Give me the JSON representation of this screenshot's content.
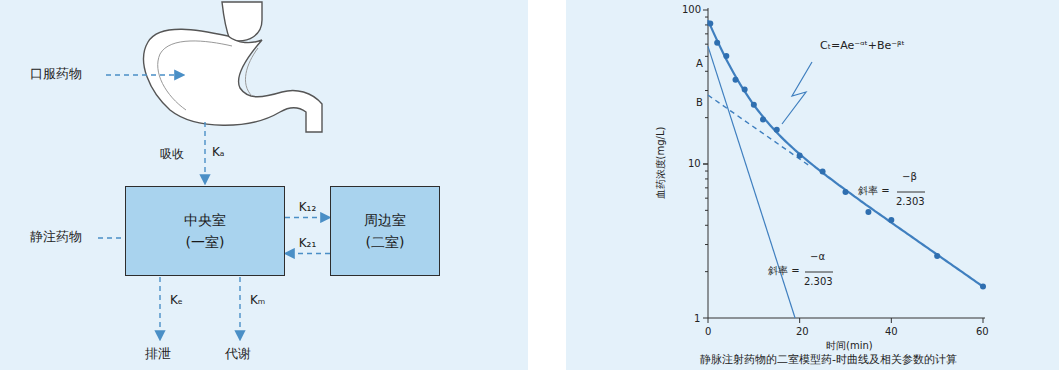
{
  "diagram": {
    "caption": "静脉注射药物的二室模型药-时曲线及相关参数的计算",
    "nodes": [
      {
        "text": [
          "中央室 (一室)"
        ]
      },
      {
        "text": [
          "周边室 (二室)"
        ]
      }
    ],
    "edges": [
      {
        "from": 0,
        "to": 1,
        "arrow": "to",
        "label": "K₁₂"
      },
      {
        "from": 1,
        "to": 0,
        "arrow": "to",
        "label": "K₂₁"
      }
    ],
    "labels": [
      "口服药物",
      "吸收",
      "Kₐ",
      "静注药物",
      "Kₑ",
      "Kₘ",
      "排泄",
      "代谢",
      "100",
      "A",
      "B",
      "Cₜ=Ae⁻ᵅᵗ+Be⁻ᵝᵗ",
      "血药浓度(mg/L)",
      "10",
      "斜率 =",
      "−β",
      "2.303",
      "斜率 =",
      "−α",
      "2.303",
      "1",
      "0",
      "20",
      "40",
      "60",
      "时间(min)"
    ]
  }
}
